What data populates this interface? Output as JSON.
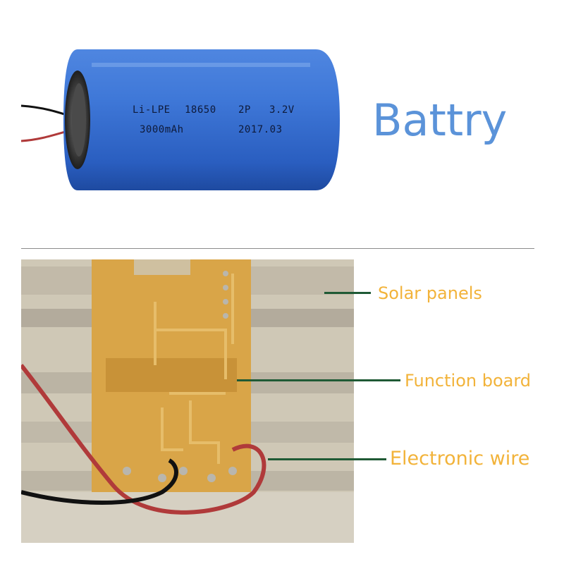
{
  "battery": {
    "title": "Battry",
    "print": {
      "type": "Li-LPE",
      "model": "18650",
      "config": "2P",
      "voltage": "3.2V",
      "capacity": "3000mAh",
      "date": "2017.03"
    },
    "colors": {
      "cell": "#2f68c9",
      "title": "#5b93d9"
    }
  },
  "labels": {
    "solar_panels": "Solar panels",
    "function_board": "Function board",
    "electronic_wire": "Electronic wire"
  },
  "colors": {
    "label_text": "#f2b33a",
    "leader_line": "#1f5a35",
    "board": "#d9a548",
    "wire_red": "#b03a3a",
    "wire_black": "#111111"
  }
}
